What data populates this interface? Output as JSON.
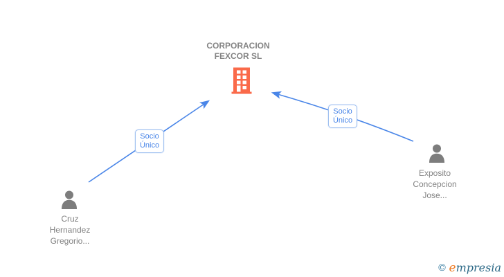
{
  "diagram": {
    "company": {
      "name": "CORPORACION FEXCOR SL",
      "name_lines": [
        "CORPORACION",
        "FEXCOR SL"
      ],
      "icon": "building-icon"
    },
    "shareholders": [
      {
        "name": "Cruz Hernandez Gregorio...",
        "name_lines": [
          "Cruz",
          "Hernandez",
          "Gregorio..."
        ],
        "icon": "person-icon"
      },
      {
        "name": "Exposito Concepcion Jose...",
        "name_lines": [
          "Exposito",
          "Concepcion",
          "Jose..."
        ],
        "icon": "person-icon"
      }
    ],
    "edges": [
      {
        "from": "Cruz Hernandez Gregorio...",
        "to": "CORPORACION FEXCOR SL",
        "label_lines": [
          "Socio",
          "Único"
        ]
      },
      {
        "from": "Exposito Concepcion Jose...",
        "to": "CORPORACION FEXCOR SL",
        "label_lines": [
          "Socio",
          "Único"
        ]
      }
    ]
  },
  "watermark": {
    "copyright": "©",
    "brand_initial": "e",
    "brand_rest": "mpresia"
  },
  "colors": {
    "arrow_blue": "#4a86e8",
    "edge_label_text": "#4a86e8",
    "edge_label_border": "#9bbdf0",
    "company_icon_orange": "#fa6a4a",
    "node_text_gray": "#828282",
    "person_icon_gray": "#7d7d7d",
    "logo_teal": "#2b6886",
    "logo_orange": "#ee7c25"
  }
}
